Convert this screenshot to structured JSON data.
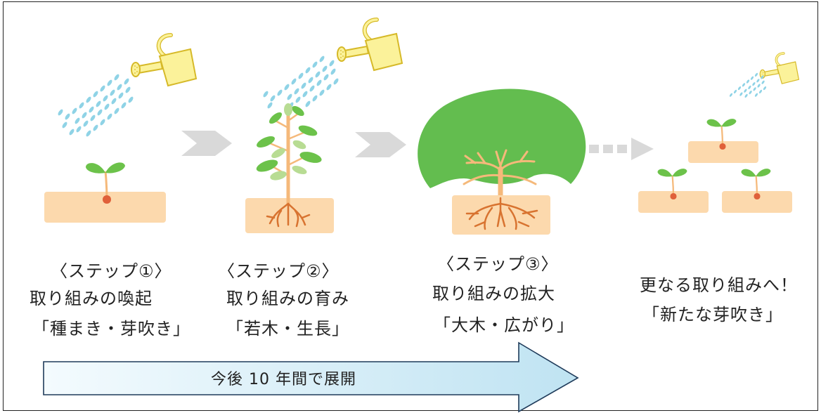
{
  "steps": [
    {
      "step_label": "〈ステップ①〉",
      "line1": "取り組みの喚起",
      "line2": "「種まき・芽吹き」"
    },
    {
      "step_label": "〈ステップ②〉",
      "line1": "取り組みの育み",
      "line2": "「若木・生長」"
    },
    {
      "step_label": "〈ステップ③〉",
      "line1": "取り組みの拡大",
      "line2": "「大木・広がり」"
    }
  ],
  "next": {
    "line1": "更なる取り組みへ！",
    "line2": "「新たな芽吹き」"
  },
  "timeline_arrow": {
    "label": "今後 10 年間で展開"
  },
  "colors": {
    "soil": "#fcd9ad",
    "leaf": "#6cc24a",
    "leaf_light": "#b8dc93",
    "trunk": "#f5b97a",
    "root": "#d87330",
    "seed": "#e0603a",
    "tree_crown": "#63bd4f",
    "water_drop": "#8fd3e6",
    "can": "#fbf29a",
    "can_stroke": "#d6b928",
    "step_arrow": "#d9d9d9",
    "timeline_fill_start": "#f3fbfe",
    "timeline_fill_end": "#bfe3f2",
    "timeline_stroke": "#1f3b5a"
  },
  "icons": [
    "watering-can-icon",
    "water-drops-icon",
    "seedling-icon",
    "sapling-icon",
    "tree-icon",
    "roots-icon",
    "chevron-arrow-icon",
    "dotted-arrow-icon"
  ]
}
